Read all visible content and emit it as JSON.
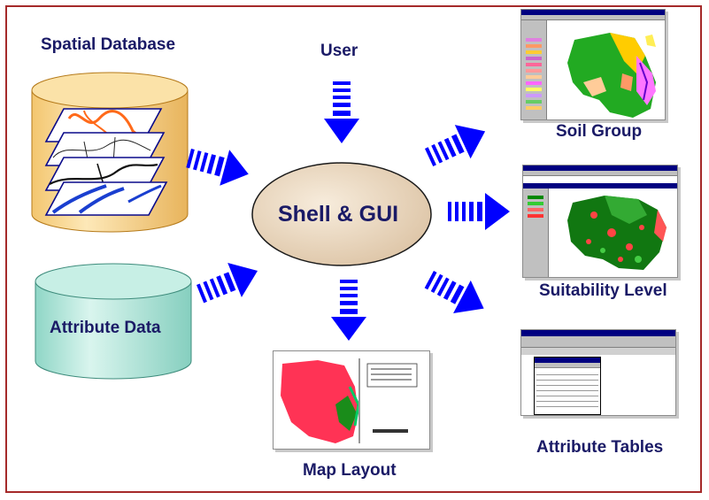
{
  "labels": {
    "spatial_database": "Spatial Database",
    "user": "User",
    "shell_gui": "Shell & GUI",
    "attribute_data": "Attribute Data",
    "map_layout": "Map Layout",
    "soil_group": "Soil Group",
    "suitability_level": "Suitability Level",
    "attribute_tables": "Attribute Tables"
  },
  "colors": {
    "label_text": "#1a1a66",
    "arrow_blue": "#0000ff",
    "frame_border": "#a52a2a",
    "db_fill": "#f9d48a",
    "attr_fill": "#b3ebdf",
    "shell_fill": "#ecdcc5"
  },
  "icons": {
    "database": "cylinder-icon",
    "arrow": "striped-arrow-icon"
  }
}
